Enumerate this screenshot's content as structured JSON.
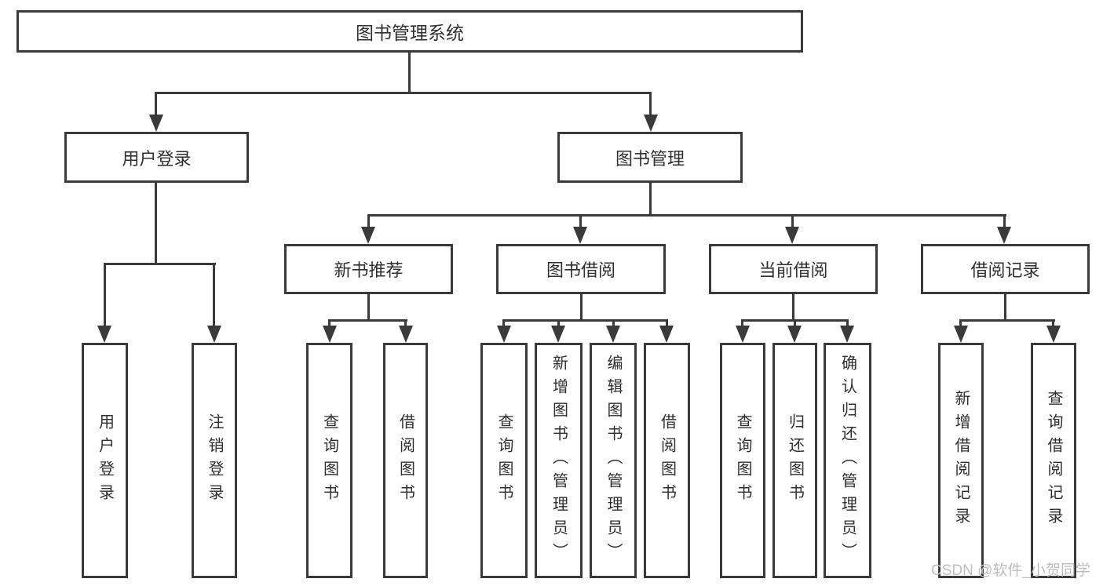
{
  "colors": {
    "line": "#3a3a3a",
    "text": "#2f2f2f",
    "background": "#ffffff",
    "watermark": "#bdbdbd"
  },
  "diagram": {
    "root": "图书管理系统",
    "user_login": {
      "label": "用户登录",
      "leaves": [
        "用户登录",
        "注销登录"
      ]
    },
    "book_mgmt": {
      "label": "图书管理",
      "groups": [
        {
          "label": "新书推荐",
          "leaves": [
            "查询图书",
            "借阅图书"
          ]
        },
        {
          "label": "图书借阅",
          "leaves": [
            "查询图书",
            "新增图书（管理员）",
            "编辑图书（管理员）",
            "借阅图书"
          ]
        },
        {
          "label": "当前借阅",
          "leaves": [
            "查询图书",
            "归还图书",
            "确认归还（管理员）"
          ]
        },
        {
          "label": "借阅记录",
          "leaves": [
            "新增借阅记录",
            "查询借阅记录"
          ]
        }
      ]
    }
  },
  "watermark": "CSDN @软件_小贺同学"
}
